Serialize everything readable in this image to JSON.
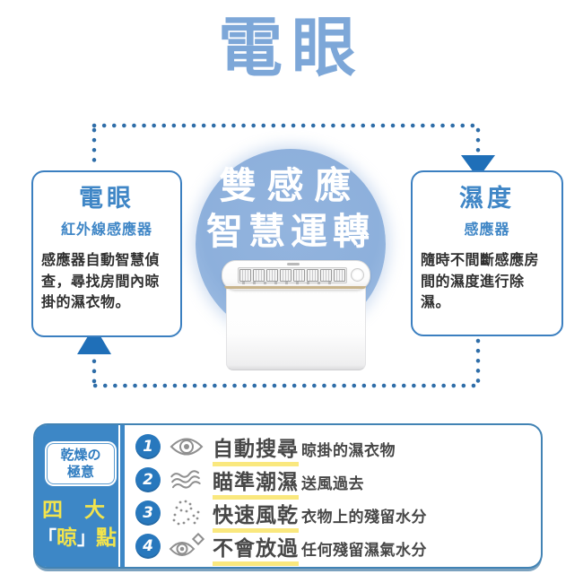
{
  "page": {
    "title": "電眼"
  },
  "colors": {
    "title_blue": "#7da7d8",
    "circle_blue": "#8db0dc",
    "border_blue": "#3b7fc0",
    "dot_blue": "#2e6da8",
    "arrow_blue": "#1f6fb8",
    "panel_blue": "#3d87c6",
    "number_circle_blue": "#2878bd",
    "highlight_yellow": "#f2e44d",
    "underline_yellow": "#fae87e",
    "icon_gray": "#8f8f8f",
    "gold_trim": "#c8b48c",
    "text_dark": "#474747"
  },
  "diagram": {
    "center": {
      "line1": "雙感應",
      "line2": "智慧運轉"
    },
    "left_box": {
      "title": "電眼",
      "subtitle": "紅外線感應器",
      "body": "感應器自動智慧偵查，尋找房間內晾掛的濕衣物。"
    },
    "right_box": {
      "title": "濕度",
      "subtitle": "感應器",
      "body": "隨時不間斷感應房間的濕度進行除濕。"
    }
  },
  "features": {
    "badge": {
      "line1": "乾燥の",
      "line2": "極意"
    },
    "panel_title": {
      "line1": "四 大",
      "bracket_open": "「",
      "line2_char": "晾",
      "bracket_close": "」",
      "line2_last": "點"
    },
    "items": [
      {
        "num": "1",
        "icon": "eye-icon",
        "highlight": "自動搜尋",
        "rest": "晾掛的濕衣物"
      },
      {
        "num": "2",
        "icon": "airflow-waves-icon",
        "highlight": "瞄準潮濕",
        "rest": "送風過去"
      },
      {
        "num": "3",
        "icon": "mist-dots-icon",
        "highlight": "快速風乾",
        "rest": "衣物上的殘留水分"
      },
      {
        "num": "4",
        "icon": "eye-sparkle-icon",
        "highlight": "不會放過",
        "rest": "任何殘留濕氣水分"
      }
    ]
  }
}
